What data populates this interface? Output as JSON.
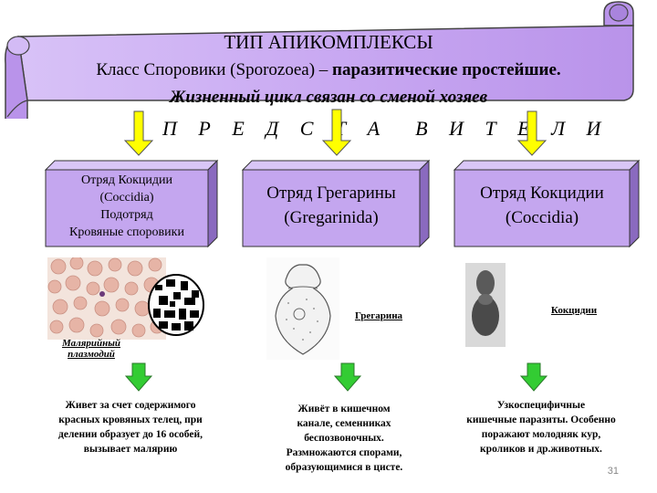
{
  "header": {
    "line1": "ТИП АПИКОМПЛЕКСЫ",
    "line2_normal": "Класс Споровики (Sporozoea) – ",
    "line2_bold": "паразитические простейшие.",
    "line3": "Жизненный цикл связан со сменой хозяев"
  },
  "hosts_label_part1": "П Р Е Д С Т А",
  "hosts_label_part2": "В И Т Е Л И",
  "columns": [
    {
      "box_lines": [
        "Отряд Кокцидии",
        "(Coccidia)",
        "Подотряд",
        "Кровяные споровики"
      ],
      "caption": "Малярийный плазмодий",
      "description": [
        "Живет за счет содержимого",
        "красных кровяных телец, при",
        "делении образует до 16 особей,",
        "вызывает малярию"
      ]
    },
    {
      "box_lines": [
        "Отряд Грегарины",
        "(Gregarinida)"
      ],
      "caption": "Грегарина",
      "description": [
        "Живёт в кишечном",
        "канале, семенниках",
        "беспозвоночных.",
        "Размножаются спорами,",
        "образующимися в цисте."
      ]
    },
    {
      "box_lines": [
        "Отряд Кокцидии",
        "(Coccidia)"
      ],
      "caption": "Кокцидии",
      "description": [
        "Узкоспецифичные",
        "кишечные паразиты. Особенно",
        "поражают молодняк кур,",
        "кроликов и др.животных."
      ]
    }
  ],
  "page_number": "31",
  "colors": {
    "scroll_fill": "#c8a8f0",
    "box_fill": "#b89ae6",
    "yellow_arrow": "#ffff00",
    "green_arrow": "#33cc33"
  }
}
